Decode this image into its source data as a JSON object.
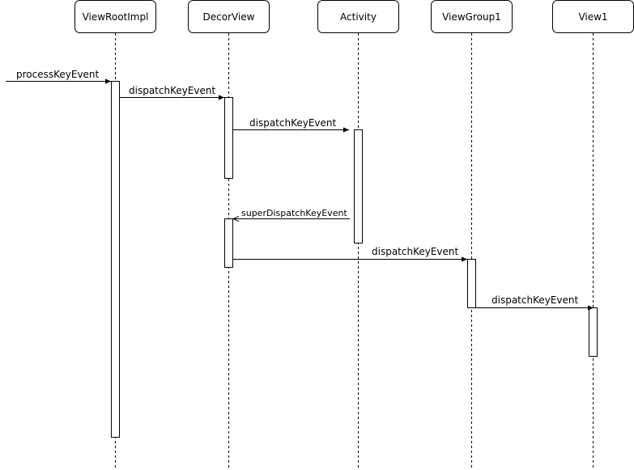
{
  "participants": [
    {
      "id": "viewrootimpl",
      "label": "ViewRootImpl"
    },
    {
      "id": "decorview",
      "label": "DecorView"
    },
    {
      "id": "activity",
      "label": "Activity"
    },
    {
      "id": "viewgroup1",
      "label": "ViewGroup1"
    },
    {
      "id": "view1",
      "label": "View1"
    }
  ],
  "messages": [
    {
      "id": "processkeyevent",
      "label": "processKeyEvent",
      "from": null,
      "to": "viewrootimpl",
      "style": "sync"
    },
    {
      "id": "dispatch-decorview",
      "label": "dispatchKeyEvent",
      "from": "viewrootimpl",
      "to": "decorview",
      "style": "sync"
    },
    {
      "id": "dispatch-activity",
      "label": "dispatchKeyEvent",
      "from": "decorview",
      "to": "activity",
      "style": "sync"
    },
    {
      "id": "superdispatch",
      "label": "superDispatchKeyEvent",
      "from": "activity",
      "to": "decorview",
      "style": "async"
    },
    {
      "id": "dispatch-viewgroup1",
      "label": "dispatchKeyEvent",
      "from": "decorview",
      "to": "viewgroup1",
      "style": "sync"
    },
    {
      "id": "dispatch-view1",
      "label": "dispatchKeyEvent",
      "from": "viewgroup1",
      "to": "view1",
      "style": "sync"
    }
  ]
}
